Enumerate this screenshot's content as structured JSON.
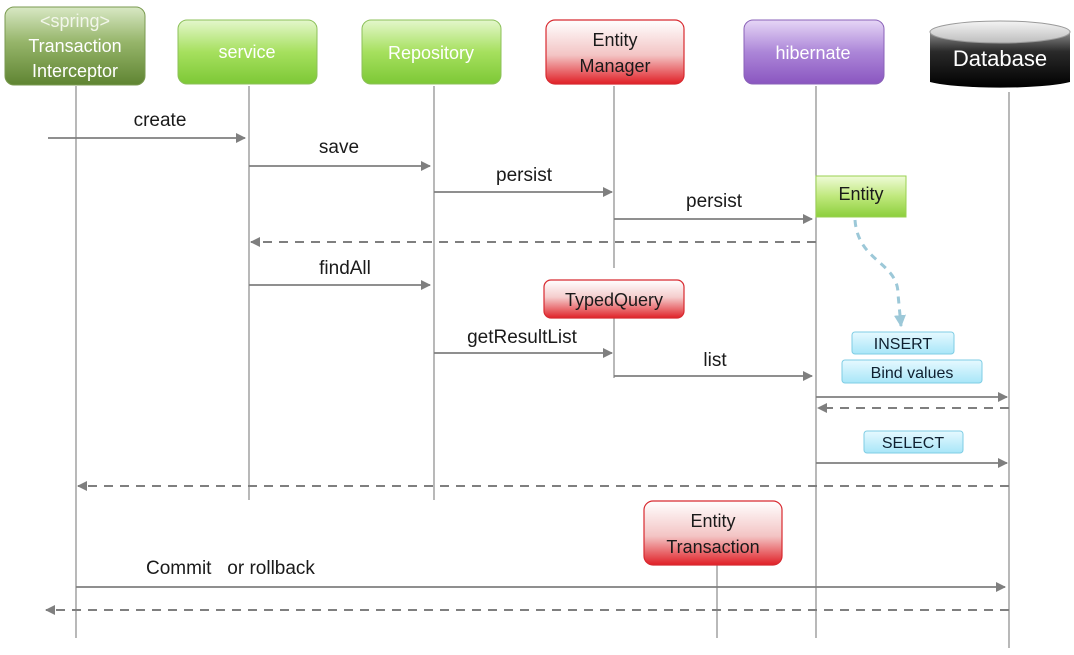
{
  "participants": {
    "interceptor": {
      "lines": [
        "<spring>",
        "Transaction",
        "Interceptor"
      ]
    },
    "service": {
      "label": "service"
    },
    "repository": {
      "label": "Repository"
    },
    "entity_manager": {
      "lines": [
        "Entity",
        "Manager"
      ]
    },
    "hibernate": {
      "label": "hibernate"
    },
    "database": {
      "label": "Database"
    }
  },
  "boxes": {
    "entity": "Entity",
    "typed_query": "TypedQuery",
    "entity_transaction": {
      "lines": [
        "Entity",
        "Transaction"
      ]
    }
  },
  "notes": {
    "insert": "INSERT",
    "bind_values": "Bind values",
    "select": "SELECT"
  },
  "messages": {
    "create": "create",
    "save": "save",
    "persist_repo": "persist",
    "persist_em": "persist",
    "find_all": "findAll",
    "get_result_list": "getResultList",
    "list": "list",
    "commit_or_rollback": "Commit   or rollback"
  },
  "colors": {
    "green": "#8fd048",
    "olive": "#6a8e3a",
    "red": "#e8222a",
    "purple": "#9868c8",
    "cyan": "#b8ecfb",
    "db": "#1a1a1a",
    "arrow": "#7f7f7f"
  }
}
